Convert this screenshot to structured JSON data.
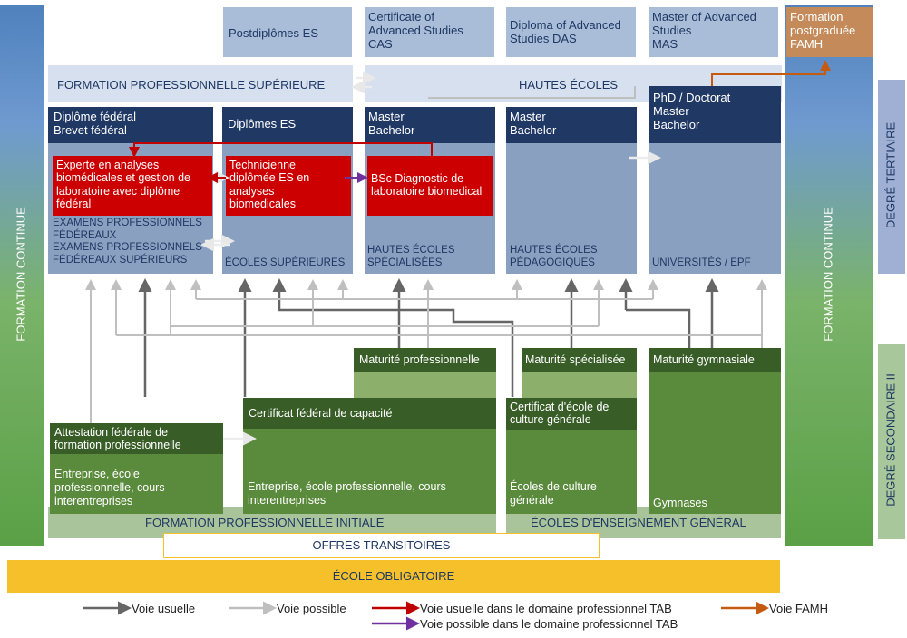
{
  "columns": {
    "left": "FORMATION CONTINUE",
    "right": "FORMATION CONTINUE",
    "tertiary": "DEGRÉ TERTIAIRE",
    "secondary": "DEGRÉ SECONDAIRE II"
  },
  "top_boxes": {
    "postdip": "Postdiplômes ES",
    "cas": [
      "Certificate of",
      "Advanced Studies",
      "CAS"
    ],
    "das": [
      "Diploma of Advanced",
      "Studies DAS"
    ],
    "mas": [
      "Master of Advanced",
      "Studies",
      "MAS"
    ],
    "famh": [
      "Formation",
      "postgraduée",
      "FAMH"
    ]
  },
  "bands": {
    "fps": "FORMATION PROFESSIONNELLE SUPÉRIEURE",
    "he": "HAUTES ÉCOLES"
  },
  "tertiary": {
    "col1_head": [
      "Diplôme fédéral",
      "Brevet fédéral"
    ],
    "col1_red": [
      "Experte en analyses",
      "biomédicales et gestion de",
      "laboratoire avec diplôme",
      "fédéral"
    ],
    "col1_foot": [
      "EXAMENS PROFESSIONNELS",
      "FÉDÉREAUX",
      "EXAMENS PROFESSIONNELS",
      "FÉDÉREAUX SUPÉRIEURS"
    ],
    "col2_head": "Diplômes ES",
    "col2_red": [
      "Technicienne",
      "diplômée ES en",
      "analyses",
      "biomedicales"
    ],
    "col2_foot": "ÉCOLES SUPÉRIEURES",
    "col3_head": [
      "Master",
      "Bachelor"
    ],
    "col3_red": [
      "BSc Diagnostic de",
      "laboratoire biomedical"
    ],
    "col3_foot": [
      "HAUTES ÉCOLES",
      "SPÉCIALISÉES"
    ],
    "col4_head": [
      "Master",
      "Bachelor"
    ],
    "col4_foot": [
      "HAUTES ÉCOLES",
      "PÉDAGOGIQUES"
    ],
    "col5_head": [
      "PhD / Doctorat",
      "Master",
      "Bachelor"
    ],
    "col5_foot": "UNIVERSITÉS / EPF"
  },
  "secondary": {
    "afp_head": [
      "Attestation fédérale de",
      "formation professionnelle"
    ],
    "afp_body": [
      "Entreprise, école",
      "professionnelle, cours",
      "interentreprises"
    ],
    "mp": "Maturité professionnelle",
    "cfc_head": "Certificat fédéral de capacité",
    "cfc_body": [
      "Entreprise, école professionnelle, cours",
      "interentreprises"
    ],
    "ms": "Maturité spécialisée",
    "cecg_head": [
      "Certificat d'école de",
      "culture générale"
    ],
    "cecg_body": [
      "Écoles de culture",
      "générale"
    ],
    "mg": "Maturité gymnasiale",
    "gym": "Gymnases",
    "fpi": "FORMATION PROFESSIONNELLE INITIALE",
    "eeg": "ÉCOLES D'ENSEIGNEMENT GÉNÉRAL"
  },
  "bottom": {
    "transit": "OFFRES TRANSITOIRES",
    "oblig": "ÉCOLE OBLIGATOIRE"
  },
  "legend": {
    "usual": "Voie usuelle",
    "possible": "Voie possible",
    "tab_usual": "Voie usuelle dans le domaine professionnel TAB",
    "famh": "Voie FAMH",
    "tab_possible": "Voie possible dans le domaine professionnel TAB"
  },
  "colors": {
    "usual": "#666666",
    "possible": "#bfbfbf",
    "tab_usual": "#c00000",
    "famh": "#c55a11",
    "tab_possible": "#7030a0",
    "oblig": "#f5c02a"
  }
}
